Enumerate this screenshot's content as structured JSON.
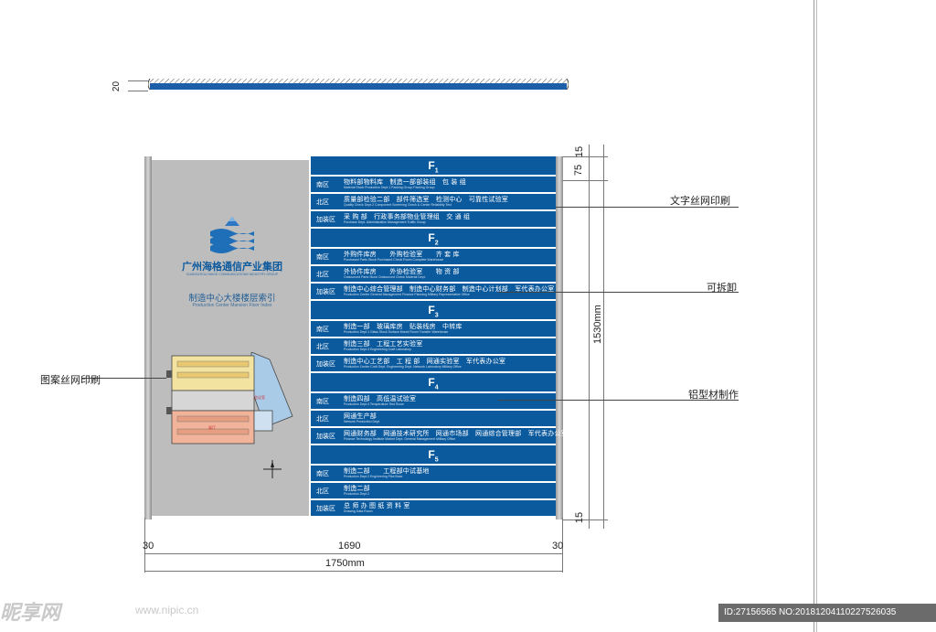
{
  "profile": {
    "dim_label": "20"
  },
  "left_panel": {
    "company_cn": "广州海格通信产业集团",
    "company_en": "GUANGZHOU HAIGE COMMUNICATIONS INDUSTRY GROUP",
    "index_title": "制造中心大楼楼层索引",
    "index_en": "Production Center Mansion Floor Index",
    "room_a": "会议室",
    "room_b": "展厅"
  },
  "floors": [
    {
      "label": "F",
      "num": "1",
      "rows": [
        {
          "area": "南区",
          "text": "物料部物料库　制造一部部装组　包 装 组",
          "sub": "Material Stock   Production Dept.1 Packing Group   Packing Group"
        },
        {
          "area": "北区",
          "text": "质量部检验二部　部件筛选室　检测中心　可靠性试验室",
          "sub": "Quality Check Dept.2   Component Screening   Check & Center   Reliability Test"
        },
        {
          "area": "加装区",
          "text": "采 购 部　行政事务部物业管理组　交 通 组",
          "sub": "Purchase Dept.   Administration Management   Traffic Group"
        }
      ]
    },
    {
      "label": "F",
      "num": "2",
      "rows": [
        {
          "area": "南区",
          "text": "外购件库房　　外购检验室　　齐 套 库",
          "sub": "Purchased Parts Stock   Purchased Check Room   Complete Warehouse"
        },
        {
          "area": "北区",
          "text": "外协件库房　　外协检验室　　物 资 部",
          "sub": "Outsourced Parts Stock   Outsourced Check   Material Dept."
        },
        {
          "area": "加装区",
          "text": "制造中心综合管理部　制造中心财务部　制造中心计划部　军代表办公室",
          "sub": "Production Center General Management   Finance   Planning   Military Representative Office"
        }
      ]
    },
    {
      "label": "F",
      "num": "3",
      "rows": [
        {
          "area": "南区",
          "text": "制造一部　玻璃库房　贴装线房　中转库",
          "sub": "Production Dept.1   Glass Stock   Surface Mount Room   Transfer Warehouse"
        },
        {
          "area": "北区",
          "text": "制造三部　工程工艺实验室",
          "sub": "Production Dept.3   Engineering Craft Laboratory"
        },
        {
          "area": "加装区",
          "text": "制造中心工艺部　工 程 部　网通实验室　军代表办公室",
          "sub": "Production Center Craft Dept.   Engineering Dept.   Network Laboratory   Military Office"
        }
      ]
    },
    {
      "label": "F",
      "num": "4",
      "rows": [
        {
          "area": "南区",
          "text": "制造四部　高低温试验室",
          "sub": "Production Dept.4   Temperature Test Room"
        },
        {
          "area": "北区",
          "text": "网通生产部",
          "sub": "Network Production Dept."
        },
        {
          "area": "加装区",
          "text": "网通财务部　网通技术研究所　网通市场部　网通综合管理部　军代表办公室",
          "sub": "Finance   Technology Institute   Market Dept.   General Management   Military Office"
        }
      ]
    },
    {
      "label": "F",
      "num": "5",
      "rows": [
        {
          "area": "南区",
          "text": "制造二部　　工程部中试基地",
          "sub": "Production Dept.2   Engineering Pilot Base"
        },
        {
          "area": "北区",
          "text": "制造二部",
          "sub": "Production Dept.2"
        },
        {
          "area": "加装区",
          "text": "总 师 办 图 纸 资 料 室",
          "sub": "Drawing Data Room"
        }
      ]
    }
  ],
  "dimensions": {
    "top_75": "75",
    "top_15": "15",
    "height": "1530mm",
    "bottom_15": "15",
    "left_30": "30",
    "center_1690": "1690",
    "right_30": "30",
    "total_width": "1750mm"
  },
  "callouts": {
    "text_print": "文字丝网印刷",
    "removable": "可拆卸",
    "pattern_print": "图案丝网印刷",
    "aluminum": "铝型材制作"
  },
  "watermark": {
    "logo": "昵享网",
    "site": "www.nipic.cn",
    "id_text": "ID:27156565 NO:20181204110227526035"
  }
}
